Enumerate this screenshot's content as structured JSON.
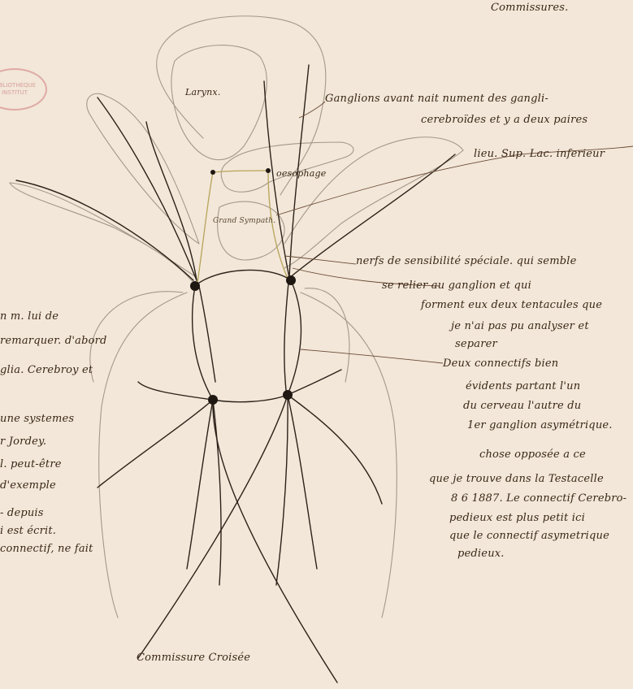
{
  "stamp_text": "BIBLIOTHEQUE INSTITUT",
  "notes": {
    "top_right": "Commissures.",
    "larynx_label": "Larynx.",
    "oesophagus_label": "oesophage",
    "grand_sympathique": "Grand Sympath.",
    "annotation_1_line1": "Ganglions avant nait nument des gangli-",
    "annotation_1_line2": "cerebroïdes et y a deux paires",
    "annotation_2": "lieu. Sup. Lac. inferieur",
    "annotation_3_line1": "nerfs de sensibilité spéciale. qui semble",
    "annotation_3_line2": "se relier au ganglion et qui",
    "annotation_3_line3": "forment eux deux tentacules que",
    "annotation_3_line4": "je n'ai pas pu analyser et",
    "annotation_3_line5": "separer",
    "annotation_4_line1": "Deux connectifs bien",
    "annotation_4_line2": "évidents partant l'un",
    "annotation_4_line3": "du cerveau l'autre du",
    "annotation_4_line4": "1er ganglion asymétrique.",
    "annotation_5_line1": "chose opposée a ce",
    "annotation_5_line2": "que je trouve dans la Testacelle",
    "annotation_5_line3": "8 6 1887. Le connectif Cerebro-",
    "annotation_5_line4": "pedieux est plus petit ici",
    "annotation_5_line5": "que le connectif asymetrique",
    "annotation_5_line6": "pedieux.",
    "left_1": "n m. lui de",
    "left_2": "remarquer. d'abord",
    "left_3": "glia. Cerebroy et",
    "left_4": "une systemes",
    "left_5": "r Jordey.",
    "left_6": "l. peut-être",
    "left_7": "d'exemple",
    "left_8": "- depuis",
    "left_9": "i est écrit.",
    "left_10": "connectif, ne fait",
    "bottom_label": "Commissure Croisée"
  },
  "colors": {
    "paper": "#f2e7d8",
    "ink": "#3a2616",
    "pencil": "#9c9184",
    "nerve": "#2c2119",
    "yellow_nerve": "#b7a45a",
    "stamp": "#d2787d"
  },
  "icons": [
    "ganglion-node",
    "pencil-outline",
    "nerve-line"
  ]
}
